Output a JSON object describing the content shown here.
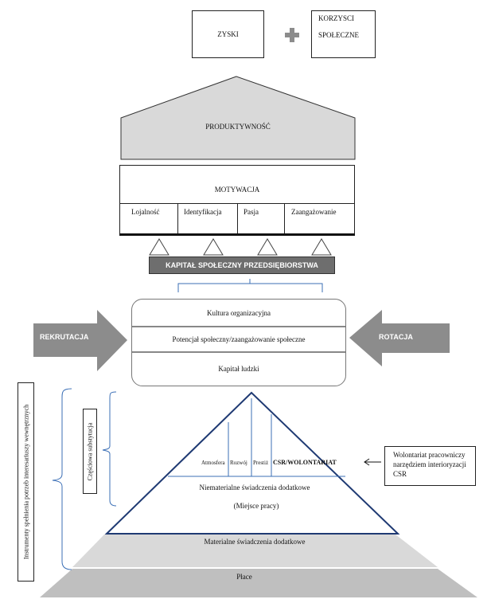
{
  "top": {
    "zyski": "ZYSKI",
    "plus": "+",
    "korzysci_line1": "KORZYSCI",
    "korzysci_line2": "SPOŁECZNE"
  },
  "house": {
    "produktywnosc": "PRODUKTYWNOŚĆ",
    "motywacja": "MOTYWACJA",
    "cells": [
      "Lojalność",
      "Identyfikacja",
      "Pasja",
      "Zaangażowanie"
    ]
  },
  "kapital_bar": "KAPITAŁ SPOŁECZNY PRZEDSIĘBIORSTWA",
  "middle": {
    "kultura": "Kultura organizacyjna",
    "potencjal": "Potencjał społeczny/zaangażowanie społeczne",
    "kapital_ludzki": "Kapitał ludzki",
    "rekrutacja": "REKRUTACJA",
    "rotacja": "ROTACJA"
  },
  "pyramid": {
    "atmosfera": "Atmosfera",
    "rozwoj": "Rozwój",
    "prestiz": "Prestiż",
    "csr": "CSR/WOLONTARIAT",
    "niematerialne": "Niematerialne świadczenia dodatkowe",
    "miejsce": "(Miejsce pracy)",
    "materialne": "Materialne świadczenia dodatkowe",
    "place": "Płace"
  },
  "side": {
    "instrumenty": "Instrumenty spełnienia potrzeb interesariuszy wewnętrznych",
    "czesciowa": "Częściowa substytucja"
  },
  "note": {
    "line1": "Wolontariat pracowniczy",
    "line2": "narzędziem interioryzacji",
    "line3": "CSR"
  },
  "colors": {
    "gray_fill": "#d9d9d9",
    "dark_bar": "#6e6e6e",
    "arrow_gray": "#8c8c8c",
    "pyramid_line": "#1f3a73",
    "bracket_blue": "#3b6fb6"
  }
}
